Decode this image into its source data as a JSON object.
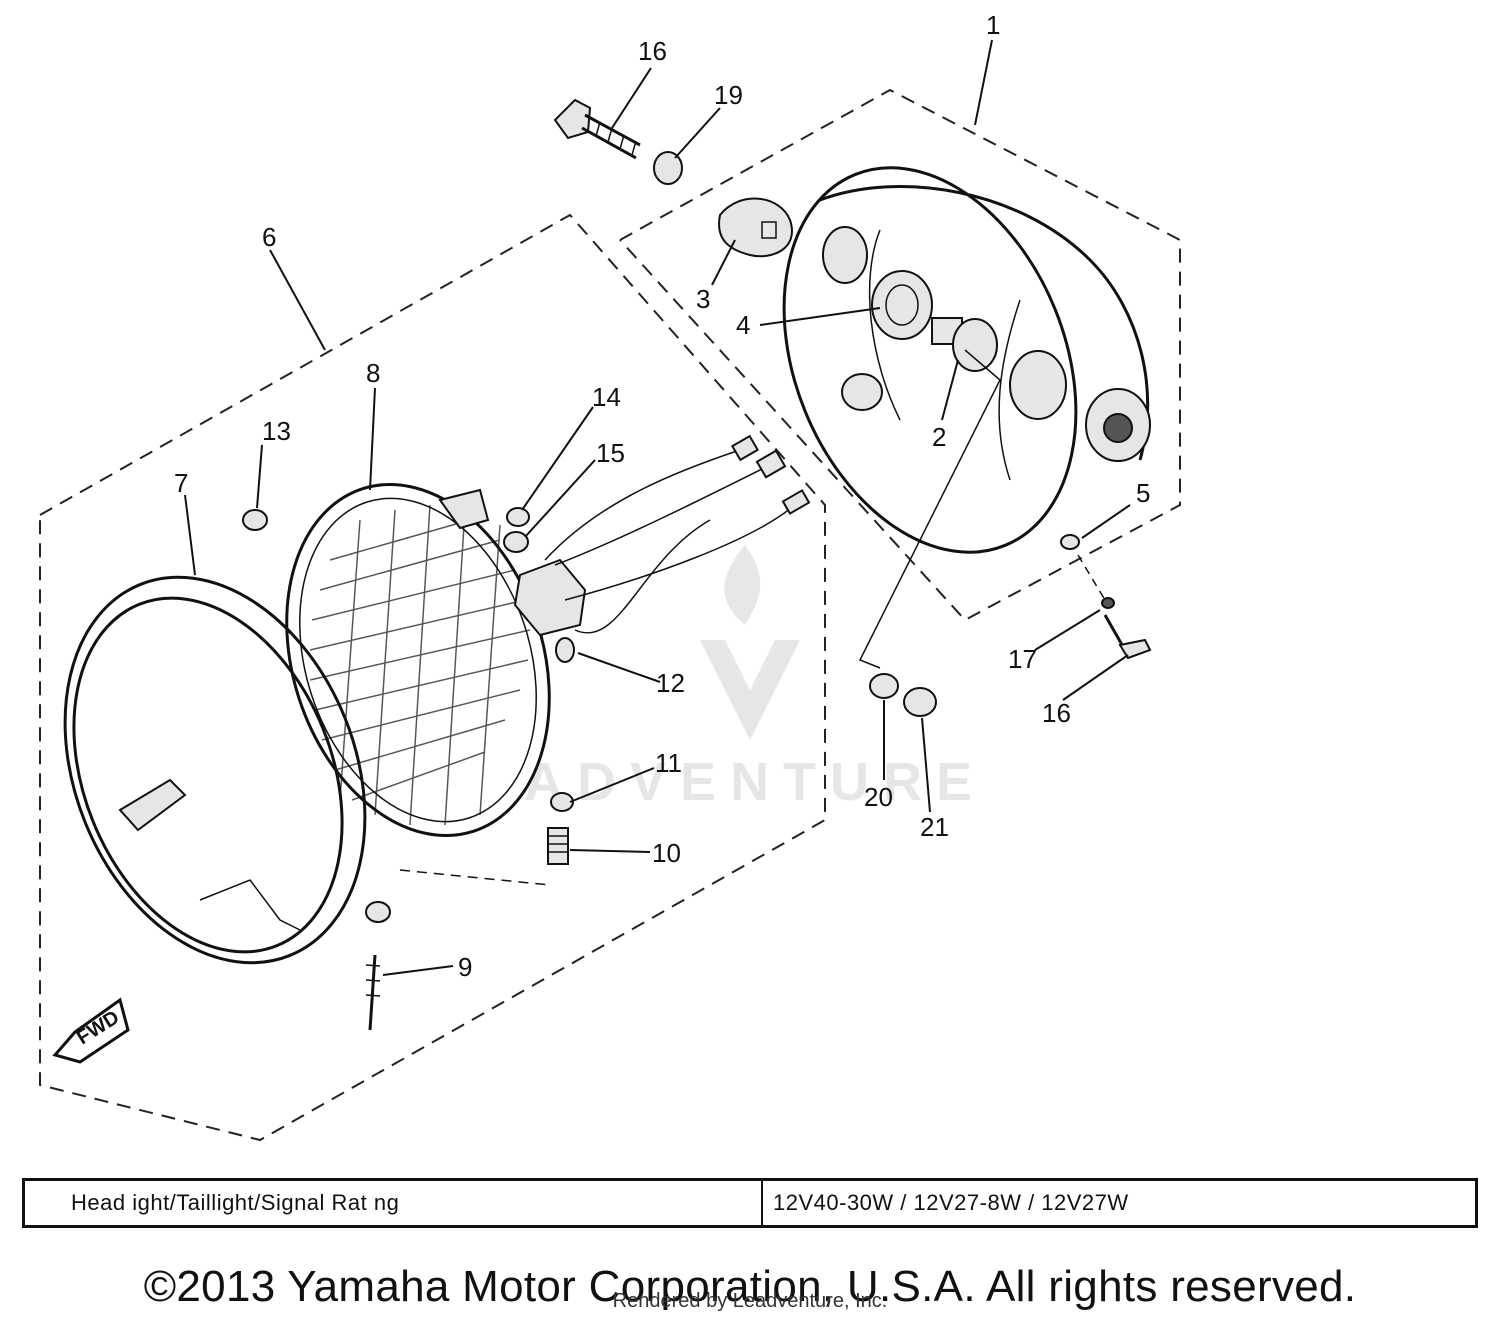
{
  "callouts": [
    {
      "id": "1",
      "label": "1"
    },
    {
      "id": "2",
      "label": "2"
    },
    {
      "id": "3",
      "label": "3"
    },
    {
      "id": "4",
      "label": "4"
    },
    {
      "id": "5",
      "label": "5"
    },
    {
      "id": "6",
      "label": "6"
    },
    {
      "id": "7",
      "label": "7"
    },
    {
      "id": "8",
      "label": "8"
    },
    {
      "id": "9",
      "label": "9"
    },
    {
      "id": "10",
      "label": "10"
    },
    {
      "id": "11",
      "label": "11"
    },
    {
      "id": "12",
      "label": "12"
    },
    {
      "id": "13",
      "label": "13"
    },
    {
      "id": "14",
      "label": "14"
    },
    {
      "id": "15",
      "label": "15"
    },
    {
      "id": "16a",
      "label": "16"
    },
    {
      "id": "16b",
      "label": "16"
    },
    {
      "id": "17",
      "label": "17"
    },
    {
      "id": "19",
      "label": "19"
    },
    {
      "id": "20",
      "label": "20"
    },
    {
      "id": "21",
      "label": "21"
    }
  ],
  "fwd_label": "FWD",
  "watermark_text": "ADVENTURE",
  "rating_table": {
    "label": "Head ight/Taillight/Signal Rat ng",
    "value": "12V40-30W / 12V27-8W / 12V27W"
  },
  "copyright": "©2013 Yamaha Motor Corporation, U.S.A. All rights reserved.",
  "rendered_by": "Rendered by Leadventure, Inc."
}
